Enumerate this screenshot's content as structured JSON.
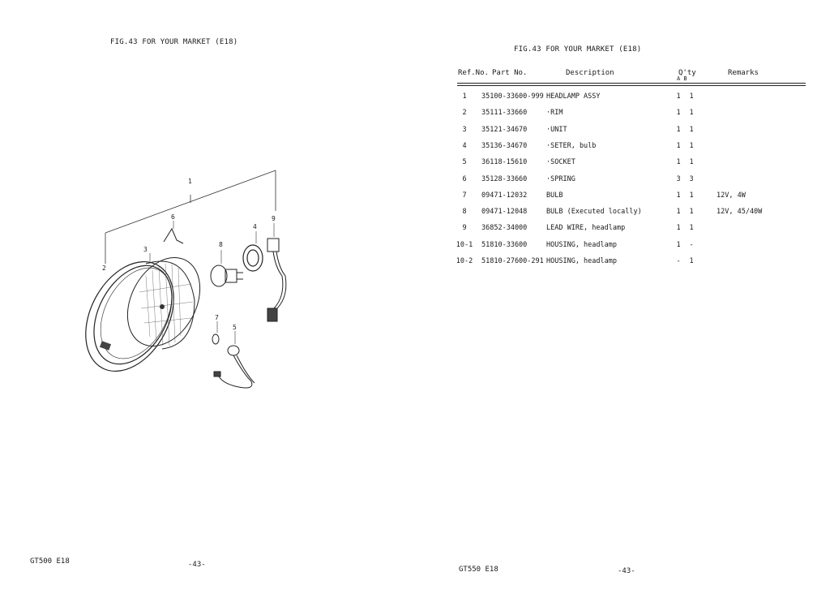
{
  "left_page": {
    "fig_title": "FIG.43  FOR YOUR MARKET (E18)",
    "callouts": [
      "1",
      "2",
      "3",
      "4",
      "5",
      "6",
      "7",
      "8",
      "9"
    ],
    "model": "GT500 E18",
    "page_number": "-43-"
  },
  "right_page": {
    "fig_title": "FIG.43  FOR YOUR MARKET (E18)",
    "headers": {
      "ref": "Ref.No.",
      "part": "Part   No.",
      "description": "Description",
      "qty": "Q'ty",
      "qty_sub": "A  B",
      "remarks": "Remarks"
    },
    "rows": [
      {
        "ref": "1",
        "part": "35100-33600-999",
        "desc": "HEADLAMP ASSY",
        "a": "1",
        "b": "1",
        "remarks": ""
      },
      {
        "ref": "2",
        "part": "35111-33660",
        "desc": "·RIM",
        "a": "1",
        "b": "1",
        "remarks": ""
      },
      {
        "ref": "3",
        "part": "35121-34670",
        "desc": "·UNIT",
        "a": "1",
        "b": "1",
        "remarks": ""
      },
      {
        "ref": "4",
        "part": "35136-34670",
        "desc": "·SETER, bulb",
        "a": "1",
        "b": "1",
        "remarks": ""
      },
      {
        "ref": "5",
        "part": "36118-15610",
        "desc": "·SOCKET",
        "a": "1",
        "b": "1",
        "remarks": ""
      },
      {
        "ref": "6",
        "part": "35128-33660",
        "desc": "·SPRING",
        "a": "3",
        "b": "3",
        "remarks": ""
      },
      {
        "ref": "7",
        "part": "09471-12032",
        "desc": "BULB",
        "a": "1",
        "b": "1",
        "remarks": "12V, 4W"
      },
      {
        "ref": "8",
        "part": "09471-12048",
        "desc": "BULB (Executed locally)",
        "a": "1",
        "b": "1",
        "remarks": "12V, 45/40W"
      },
      {
        "ref": "9",
        "part": "36852-34000",
        "desc": "LEAD WIRE, headlamp",
        "a": "1",
        "b": "1",
        "remarks": ""
      },
      {
        "ref": "10-1",
        "part": "51810-33600",
        "desc": "HOUSING, headlamp",
        "a": "1",
        "b": "-",
        "remarks": ""
      },
      {
        "ref": "10-2",
        "part": "51810-27600-291",
        "desc": "HOUSING, headlamp",
        "a": "-",
        "b": "1",
        "remarks": ""
      }
    ],
    "model": "GT550 E18",
    "page_number": "-43-"
  }
}
